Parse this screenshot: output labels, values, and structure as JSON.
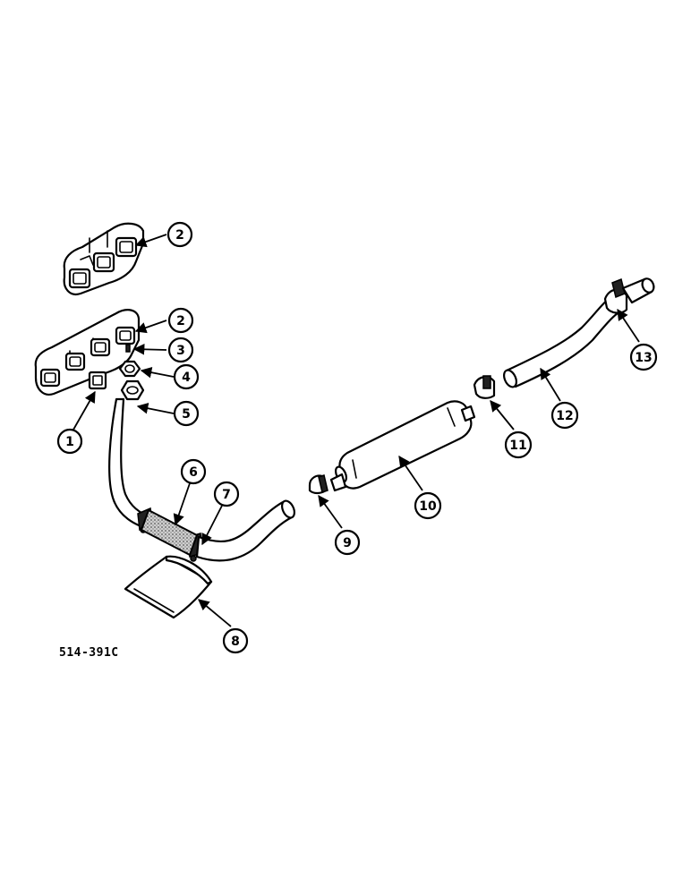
{
  "drawing_ref": "514-391C",
  "callouts": [
    {
      "id": "c1",
      "label": "1"
    },
    {
      "id": "c2a",
      "label": "2"
    },
    {
      "id": "c2b",
      "label": "2"
    },
    {
      "id": "c3",
      "label": "3"
    },
    {
      "id": "c4",
      "label": "4"
    },
    {
      "id": "c5",
      "label": "5"
    },
    {
      "id": "c6",
      "label": "6"
    },
    {
      "id": "c7",
      "label": "7"
    },
    {
      "id": "c8",
      "label": "8"
    },
    {
      "id": "c9",
      "label": "9"
    },
    {
      "id": "c10",
      "label": "10"
    },
    {
      "id": "c11",
      "label": "11"
    },
    {
      "id": "c12",
      "label": "12"
    },
    {
      "id": "c13",
      "label": "13"
    }
  ]
}
